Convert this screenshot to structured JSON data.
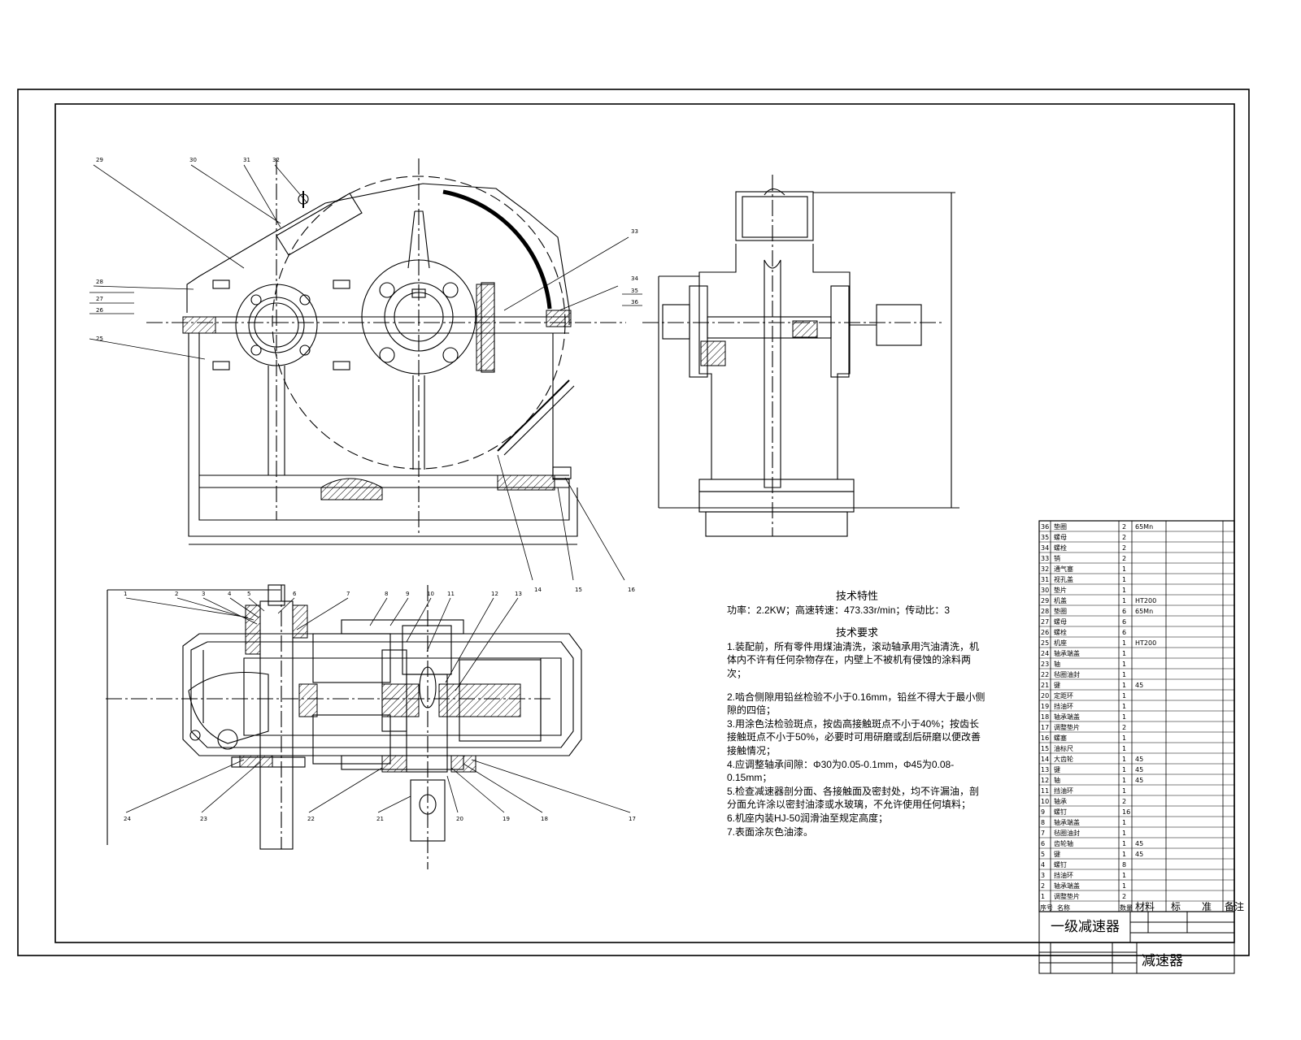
{
  "drawing": {
    "title": "一级减速器",
    "subtitle": "减速器",
    "tech_char_title": "技术特性",
    "tech_char_line": "功率：2.2KW；高速转速：473.33r/min；传动比：3",
    "tech_req_title": "技术要求",
    "tech_req_lines": [
      "1.装配前，所有零件用煤油清洗，滚动轴承用汽油清洗，机体内不许有任何杂物存在，内壁上不被机有侵蚀的涂料两次；",
      "2.啮合侧隙用铅丝检验不小于0.16mm，铅丝不得大于最小侧隙的四倍；",
      "3.用涂色法检验斑点，按齿高接触斑点不小于40%；按齿长接触斑点不小于50%，必要时可用研磨或刮后研磨以便改善接触情况；",
      "4.应调整轴承间隙：Φ30为0.05-0.1mm，Φ45为0.08-0.15mm；",
      "5.检查减速器剖分面、各接触面及密封处，均不许漏油，剖分面允许涂以密封油漆或水玻璃，不允许使用任何填料；",
      "6.机座内装HJ-50润滑油至规定高度；",
      "7.表面涂灰色油漆。"
    ]
  },
  "part_labels_top": [
    "29",
    "30",
    "31",
    "32",
    "33",
    "34",
    "35",
    "36",
    "28",
    "27",
    "26",
    "25",
    "14",
    "15",
    "16"
  ],
  "part_labels_bottom_top": [
    "1",
    "2",
    "3",
    "4",
    "5",
    "6",
    "7",
    "8",
    "9",
    "10",
    "11",
    "12",
    "13"
  ],
  "part_labels_bottom_low": [
    "24",
    "23",
    "22",
    "21",
    "20",
    "19",
    "18",
    "17"
  ],
  "bom": {
    "rows": [
      {
        "no": "36",
        "name": "垫圈",
        "qty": "2",
        "mat": "65Mn"
      },
      {
        "no": "35",
        "name": "螺母",
        "qty": "2",
        "mat": ""
      },
      {
        "no": "34",
        "name": "螺栓",
        "qty": "2",
        "mat": ""
      },
      {
        "no": "33",
        "name": "销",
        "qty": "2",
        "mat": ""
      },
      {
        "no": "32",
        "name": "通气塞",
        "qty": "1",
        "mat": ""
      },
      {
        "no": "31",
        "name": "视孔盖",
        "qty": "1",
        "mat": ""
      },
      {
        "no": "30",
        "name": "垫片",
        "qty": "1",
        "mat": ""
      },
      {
        "no": "29",
        "name": "机盖",
        "qty": "1",
        "mat": "HT200"
      },
      {
        "no": "28",
        "name": "垫圈",
        "qty": "6",
        "mat": "65Mn"
      },
      {
        "no": "27",
        "name": "螺母",
        "qty": "6",
        "mat": ""
      },
      {
        "no": "26",
        "name": "螺栓",
        "qty": "6",
        "mat": ""
      },
      {
        "no": "25",
        "name": "机座",
        "qty": "1",
        "mat": "HT200"
      },
      {
        "no": "24",
        "name": "轴承端盖",
        "qty": "1",
        "mat": ""
      },
      {
        "no": "23",
        "name": "轴",
        "qty": "1",
        "mat": ""
      },
      {
        "no": "22",
        "name": "毡圈油封",
        "qty": "1",
        "mat": ""
      },
      {
        "no": "21",
        "name": "键",
        "qty": "1",
        "mat": "45"
      },
      {
        "no": "20",
        "name": "定距环",
        "qty": "1",
        "mat": ""
      },
      {
        "no": "19",
        "name": "挡油环",
        "qty": "1",
        "mat": ""
      },
      {
        "no": "18",
        "name": "轴承端盖",
        "qty": "1",
        "mat": ""
      },
      {
        "no": "17",
        "name": "调整垫片",
        "qty": "2",
        "mat": ""
      },
      {
        "no": "16",
        "name": "螺塞",
        "qty": "1",
        "mat": ""
      },
      {
        "no": "15",
        "name": "油标尺",
        "qty": "1",
        "mat": ""
      },
      {
        "no": "14",
        "name": "大齿轮",
        "qty": "1",
        "mat": "45"
      },
      {
        "no": "13",
        "name": "键",
        "qty": "1",
        "mat": "45"
      },
      {
        "no": "12",
        "name": "轴",
        "qty": "1",
        "mat": "45"
      },
      {
        "no": "11",
        "name": "挡油环",
        "qty": "1",
        "mat": ""
      },
      {
        "no": "10",
        "name": "轴承",
        "qty": "2",
        "mat": ""
      },
      {
        "no": "9",
        "name": "螺钉",
        "qty": "16",
        "mat": ""
      },
      {
        "no": "8",
        "name": "轴承端盖",
        "qty": "1",
        "mat": ""
      },
      {
        "no": "7",
        "name": "毡圈油封",
        "qty": "1",
        "mat": ""
      },
      {
        "no": "6",
        "name": "齿轮轴",
        "qty": "1",
        "mat": "45"
      },
      {
        "no": "5",
        "name": "键",
        "qty": "1",
        "mat": "45"
      },
      {
        "no": "4",
        "name": "螺钉",
        "qty": "8",
        "mat": ""
      },
      {
        "no": "3",
        "name": "挡油环",
        "qty": "1",
        "mat": ""
      },
      {
        "no": "2",
        "name": "轴承端盖",
        "qty": "1",
        "mat": ""
      },
      {
        "no": "1",
        "name": "调整垫片",
        "qty": "2",
        "mat": ""
      }
    ],
    "header": [
      "序号",
      "名称",
      "数量",
      "材料",
      "标",
      "准",
      "备注"
    ]
  }
}
